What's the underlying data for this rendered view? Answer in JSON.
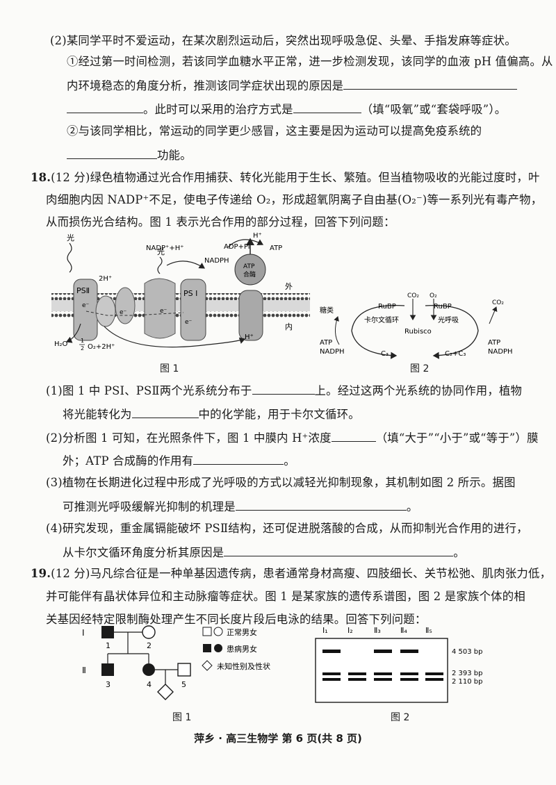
{
  "q17": {
    "part2_intro": "(2)某同学平时不爱运动，在某次剧烈运动后，突然出现呼吸急促、头晕、手指发麻等症状。",
    "sub1_line1": "①经过第一时间检测，若该同学血糖水平正常，进一步检测发现，该同学的血液 pH 值偏高。从",
    "sub1_line2a": "内环境稳态的角度分析，推测该同学症状出现的原因是",
    "sub1_line3a": "。此时可以采用的治疗方式是",
    "sub1_line3b": "（填“吸氧”或“套袋呼吸”）。",
    "sub2_line1": "②与该同学相比，常运动的同学更少感冒，这主要是因为运动可以提高免疫系统的",
    "sub2_line2": "功能。"
  },
  "q18": {
    "number": "18.",
    "intro_line1": "(12 分)绿色植物通过光合作用捕获、转化光能用于生长、繁殖。但当植物吸收的光能过度时，叶",
    "intro_line2": "肉细胞内因 NADP⁺不足，使电子传递给 O₂，形成超氧阴离子自由基(O₂⁻)等一系列光有毒产物，",
    "intro_line3": "从而损伤光合结构。图 1 表示光合作用的部分过程，回答下列问题：",
    "fig1": {
      "caption": "图 1",
      "light1": "光",
      "light2": "光",
      "ps2": "PSⅡ",
      "ps1": "PS Ⅰ",
      "two_h": "2H⁺",
      "nadp_h": "NADP⁺+H⁺",
      "nadph": "NADPH",
      "adp_pi": "ADP+Pi",
      "atp": "ATP",
      "h_top": "H⁺",
      "h_bottom": "H⁺",
      "atp_synthase_1": "ATP",
      "atp_synthase_2": "合酶",
      "outside": "外",
      "inside": "内",
      "e1": "e⁻",
      "e2": "e⁻",
      "e3": "e⁻",
      "e4": "e⁻",
      "h2o": "H₂O",
      "o2_frac_num": "1",
      "o2_frac_den": "2",
      "o2_rest": "O₂+2H⁺"
    },
    "fig2": {
      "caption": "图 2",
      "sugar": "糖类",
      "rubp1": "RuBP",
      "rubp2": "RuBP",
      "co2_top": "CO₂",
      "o2_top": "O₂",
      "co2_right": "CO₂",
      "calvin": "卡尔文循环",
      "photoresp": "光呼吸",
      "rubisco": "Rubisco",
      "atp_left": "ATP",
      "nadph_left": "NADPH",
      "atp_right": "ATP",
      "nadph_right": "NADPH",
      "c3": "C₃",
      "c2c3": "C₂+C₃"
    },
    "p1_a": "(1)图 1 中 PSⅠ、PSⅡ两个光系统分布于",
    "p1_b": "上。经过这两个光系统的协同作用，植物",
    "p1_c": "将光能转化为",
    "p1_d": "中的化学能，用于卡尔文循环。",
    "p2_a": "(2)分析图 1 可知，在光照条件下，图 1 中膜内 H⁺浓度",
    "p2_b": "（填“大于”“小于”或“等于”）膜",
    "p2_c": "外；ATP 合成酶的作用有",
    "p2_d": "。",
    "p3_a": "(3)植物在长期进化过程中形成了光呼吸的方式以减轻光抑制现象，其机制如图 2 所示。据图",
    "p3_b": "可推测光呼吸缓解光抑制的机理是",
    "p3_c": "。",
    "p4_a": "(4)研究发现，重金属镉能破坏 PSⅡ结构，还可促进脱落酸的合成，从而抑制光合作用的进行，",
    "p4_b": "从卡尔文循环角度分析其原因是",
    "p4_c": "。"
  },
  "q19": {
    "number": "19.",
    "intro_line1": "(12 分)马凡综合征是一种单基因遗传病，患者通常身材高瘦、四肢细长、关节松弛、肌肉张力低，",
    "intro_line2": "并可能伴有晶状体异位和主动脉瘤等症状。图 1 是某家族的遗传系谱图，图 2 是家族个体的相",
    "intro_line3": "关基因经特定限制酶处理产生不同长度片段后电泳的结果。回答下列问题：",
    "pedigree": {
      "caption": "图 1",
      "gen1": "Ⅰ",
      "gen2": "Ⅱ",
      "n1": "1",
      "n2": "2",
      "n3": "3",
      "n4": "4",
      "n5": "5",
      "legend_normal": "正常男女",
      "legend_affected": "患病男女",
      "legend_unknown": "未知性别及性状"
    },
    "gel": {
      "caption": "图 2",
      "lanes": [
        "Ⅰ₁",
        "Ⅰ₂",
        "Ⅱ₃",
        "Ⅱ₄",
        "Ⅱ₅"
      ],
      "sizes": [
        "4 503 bp",
        "2 393 bp",
        "2 110 bp"
      ]
    }
  },
  "footer": "萍乡 · 高三生物学    第 6 页(共 8 页)"
}
